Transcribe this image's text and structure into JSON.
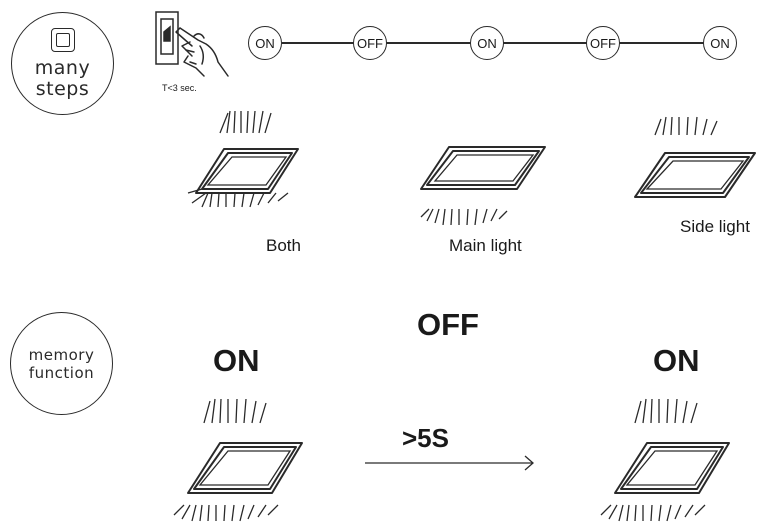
{
  "modes": {
    "many_steps": {
      "line1": "many",
      "line2": "steps"
    },
    "memory": {
      "line1": "memory",
      "line2": "function"
    }
  },
  "switch_sequence": [
    "ON",
    "OFF",
    "ON",
    "OFF",
    "ON"
  ],
  "timing_note": "T<3 sec.",
  "light_modes": [
    "Both",
    "Main light",
    "Side light"
  ],
  "memory_sequence": {
    "left": "ON",
    "middle": "OFF",
    "right": "ON",
    "duration": ">5S"
  },
  "icons": [
    "wall-switch-icon",
    "pointing-hand-icon",
    "panel-light-icon",
    "arrow-right-icon"
  ]
}
